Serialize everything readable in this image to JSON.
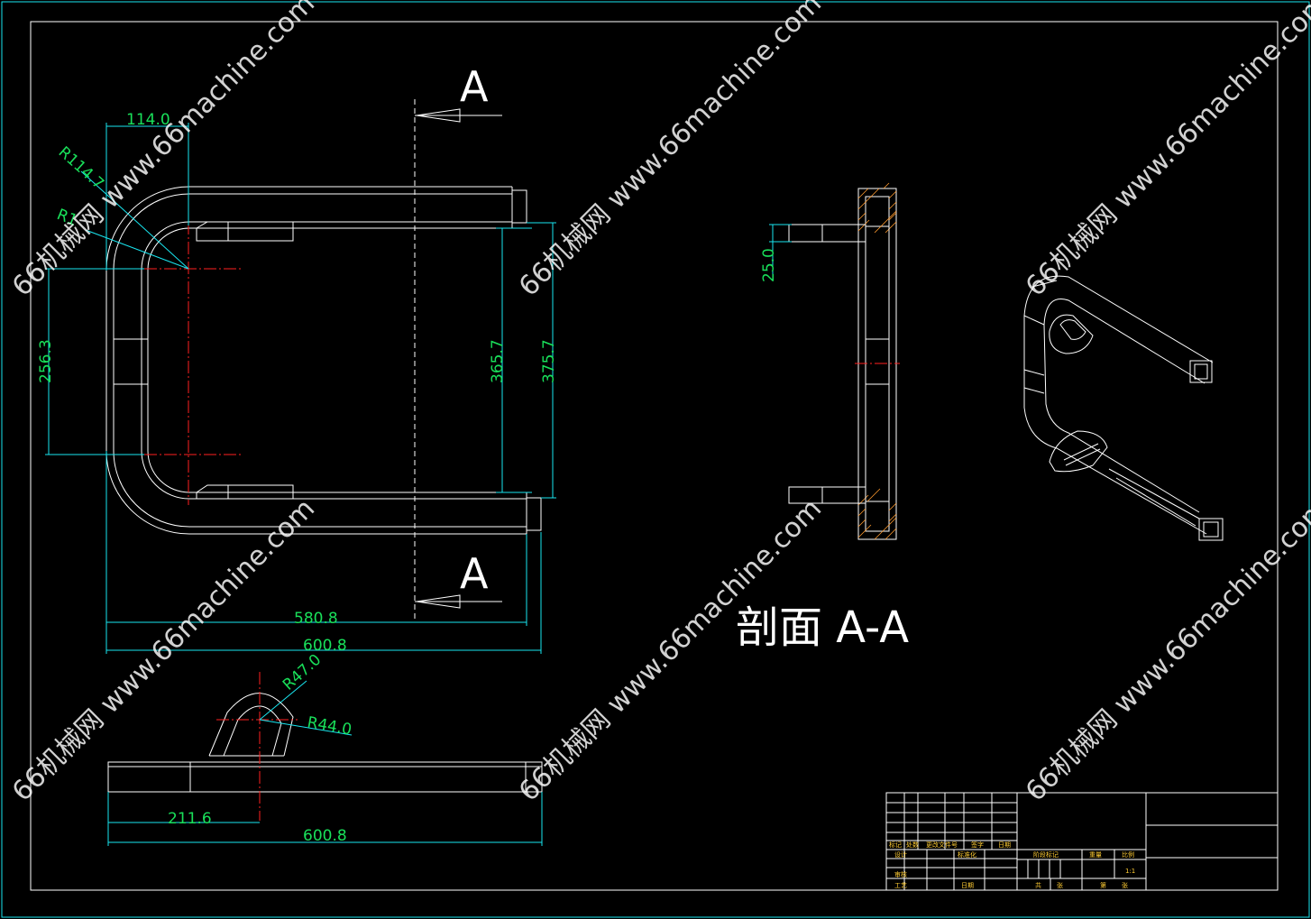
{
  "dimensions": {
    "d114": "114.0",
    "r1147": "R114.7",
    "rsmall": "R1",
    "d2563": "256.3",
    "d3657": "365.7",
    "d3757": "375.7",
    "d5808": "580.8",
    "d6008a": "600.8",
    "d250": "25.0",
    "r470": "R47.0",
    "r440": "R44.0",
    "d2116": "211.6",
    "d6008b": "600.8"
  },
  "section": {
    "letter_top": "A",
    "letter_bottom": "A",
    "title": "剖面 A-A"
  },
  "title_block": {
    "row_labels": [
      "标记",
      "处数",
      "更改文件号",
      "签字",
      "日期"
    ],
    "design": "设计",
    "standard": "标准化",
    "review": "审核",
    "process": "工艺",
    "approve": "日期",
    "stage": "阶段标记",
    "weight": "重量",
    "scale_label": "比例",
    "scale": "1:1",
    "total": "共",
    "sheets": "张",
    "sheet": "第",
    "page": "张"
  },
  "watermark": {
    "text": "66机械网 www.66machine.com"
  },
  "colors": {
    "lines": "#ffffff",
    "dimension_lines": "#19e6f0",
    "dimension_text": "#19e05a",
    "center_lines": "#ff2020",
    "hatching": "#ff9a2e"
  }
}
